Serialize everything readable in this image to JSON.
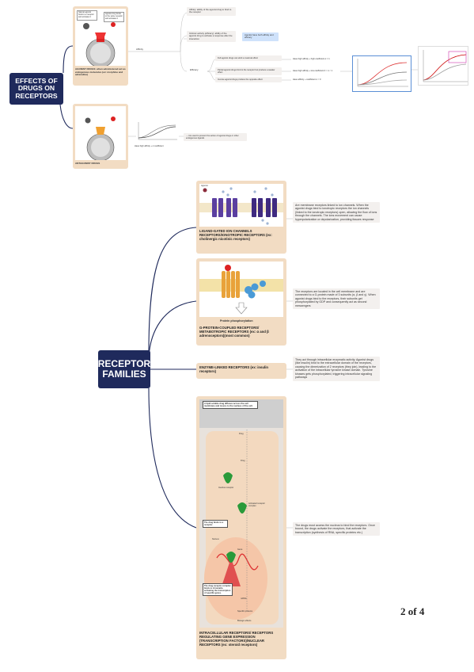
{
  "effects": {
    "title_line1": "EFFECTS OF",
    "title_line2": "DRUGS ON",
    "title_line3": "RECEPTORS",
    "agonist_caption": "AGONIST DRUGS: when administered act as endogenous molecules (ex: morphine and adrenaline)",
    "agonist_bubble_left": "Natural agonist binds to a receptor and activates it",
    "agonist_bubble_right": "Agonist drug binds to the same receptor and activates it",
    "agonist_branch_label": "Affinity",
    "affinity_note_1": "Affinity: ability of the agonist drug to bind to the receptor",
    "affinity_note_2": "Intrinsic activity (efficacy): ability of the agonist drug to activate a response after the interaction",
    "affinity_highlight": "Agonist have both affinity and efficacy",
    "efficacy_branch_label": "Efficacy",
    "efficacy_note_1": "Full agonist drugs can elicit a maximal effect",
    "efficacy_note_2": "Partial agonist drugs bind to the receptor but produce a weaker effect",
    "efficacy_note_3": "Inverse agonist drugs produce the opposite effect",
    "efficacy_formula_1": "Have high affinity + high coefficient α = 1",
    "efficacy_formula_2": "Have high affinity + low coefficient 0 < α < 1",
    "efficacy_formula_3": "Have affinity + coefficient α < 0",
    "antagonist_caption": "ANTAGONIST DRUGS",
    "antagonist_formula": "Have high affinity + α coefficient",
    "antagonist_note": "→ Are used to prevent the action of agonist drugs or other endogenous ligands"
  },
  "families": {
    "title_line1": "RECEPTOR",
    "title_line2": "FAMILIES",
    "ion_caption": "LIGAND-GATED ION CHANNELS RECEPTORS/IONOTROPIC RECEPTORS (ex: cholinergic nicotinic receptors)",
    "ion_label_agonist": "Agonist",
    "ion_note": "Are membrane receptors linked to ion channels. When the agonist drugs bind to ionotropic receptors the ion channels (linked to the ionotropic receptors) open, allowing the flow of ions through the channels. The ions movement can cause hyperpolarization or depolarization, providing tissues response",
    "gpcr_caption": "G-PROTEIN-COUPLED RECEPTORS/ METABOTROPIC RECEPTORS (ex: α and β adrenoceptors)(most common)",
    "gpcr_diagram_label": "Protein phosphorylation",
    "gpcr_note": "The receptors are located in the cell membrane and are connected to a G-protein made of 3 subunits (α, β and γ). When agonist drugs bind to the receptors, their subunits get phosphorylated by GDP and consequently act as second messengers",
    "enzyme_caption": "ENZYME-LINKED RECEPTORS (ex: insulin receptors)",
    "enzyme_note": "They act through intracellular enzymatic activity. Agonist drugs (like insulin) bind to the extracellular domain of the receptors, causing the dimerization of 2 receptors (they join), leading to the activation of the intracellular tyrosine kinase domain. Tyrosine kinases gets phosphorylated, triggering intracellular signaling pathways",
    "intra_caption": "INTRACELLULAR RECEPTORS/ RECEPTORS REGULATING GENE EXPRESSION (TRANSCRIPTION FACTORS)/NUCLEAR RECEPTORS (ex: steroid receptors)",
    "intra_callout_top": "A lipid-soluble drug diffuses across the cell membrane and moves to the nucleus of the cell.",
    "intra_callout_mid": "The drug binds to a receptor.",
    "intra_callout_bottom": "The drug-receptor complex binds to chromatin, activating the transcription of specific genes.",
    "intra_labels": [
      "Drug",
      "Drug",
      "Inactive receptor",
      "Activated receptor complex",
      "Nucleus",
      "Gene",
      "mRNA",
      "Specific proteins",
      "Biologic effects"
    ],
    "intra_note": "The drugs must access the nucleus to bind the receptors. Once bound, the drugs activate the receptors, that activate the transcription (synthesis of RNA, specific proteins etc.)"
  },
  "page": {
    "number": "2 of 4"
  },
  "colors": {
    "navy": "#1f2a5c",
    "card": "#f2dcc3",
    "note": "#f3f0ee",
    "highlight": "#cfe2fb",
    "chart_frame": "#5b8fd6"
  }
}
